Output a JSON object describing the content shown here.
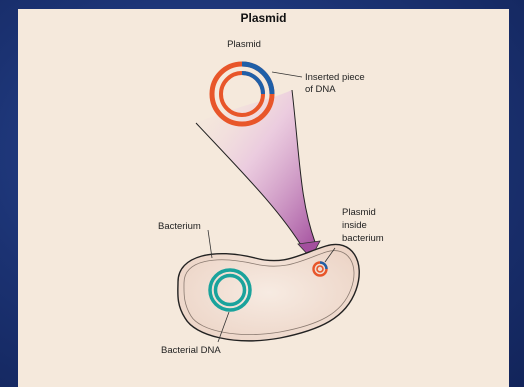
{
  "title": "Plasmid",
  "labels": {
    "plasmid": "Plasmid",
    "inserted_piece": [
      "Inserted piece",
      "of DNA"
    ],
    "bacterium": "Bacterium",
    "plasmid_inside_bacterium": [
      "Plasmid",
      "inside",
      "bacterium"
    ],
    "bacterial_dna": "Bacterial DNA"
  },
  "colors": {
    "background": "#1b3272",
    "panel": "#f5e9dc",
    "plasmid_ring": "#e8562a",
    "inserted_dna": "#1f5fa8",
    "bacterial_dna": "#1aa39c",
    "cell_fill": "#f3e2d6",
    "arrow": "#a34f9e"
  }
}
